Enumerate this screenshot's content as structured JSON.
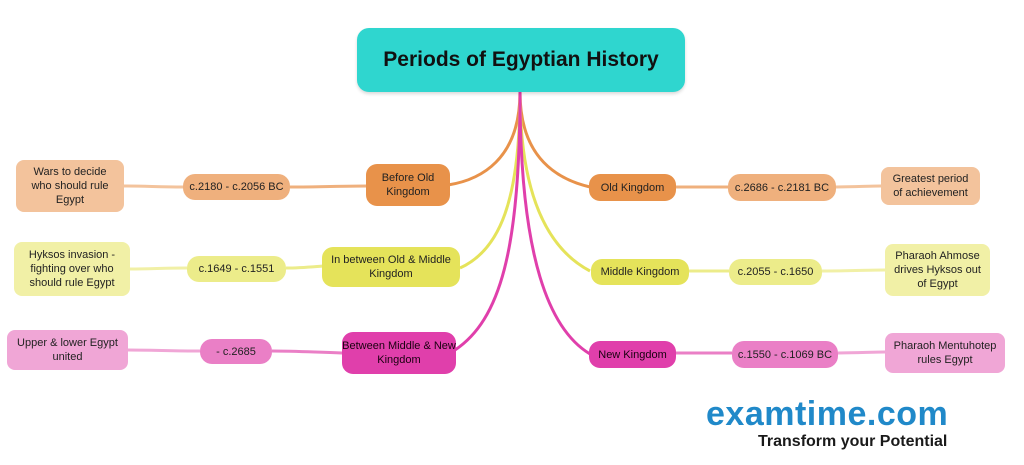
{
  "title": "Periods of Egyptian History",
  "colors": {
    "teal": "#2fd6cf",
    "orange": "#e8924a",
    "yellow": "#e5e35a",
    "pink": "#e03fab",
    "brand_blue": "#2089c9"
  },
  "left": [
    {
      "period": "Before Old Kingdom",
      "date": "c.2180 - c.2056 BC",
      "note": "Wars to decide who should rule Egypt"
    },
    {
      "period": "In between Old & Middle Kingdom",
      "date": "c.1649 - c.1551",
      "note": "Hyksos invasion - fighting over who should rule Egypt"
    },
    {
      "period": "Between Middle & New Kingdom",
      "date": "- c.2685",
      "note": "Upper & lower Egypt united"
    }
  ],
  "right": [
    {
      "period": "Old Kingdom",
      "date": "c.2686 - c.2181 BC",
      "note": "Greatest period of achievement"
    },
    {
      "period": "Middle Kingdom",
      "date": "c.2055 - c.1650",
      "note": "Pharaoh Ahmose drives Hyksos out of Egypt"
    },
    {
      "period": "New Kingdom",
      "date": "c.1550 - c.1069 BC",
      "note": "Pharaoh Mentuhotep rules Egypt"
    }
  ],
  "branding": {
    "logo": "examtime.com",
    "tagline": "Transform your Potential"
  }
}
